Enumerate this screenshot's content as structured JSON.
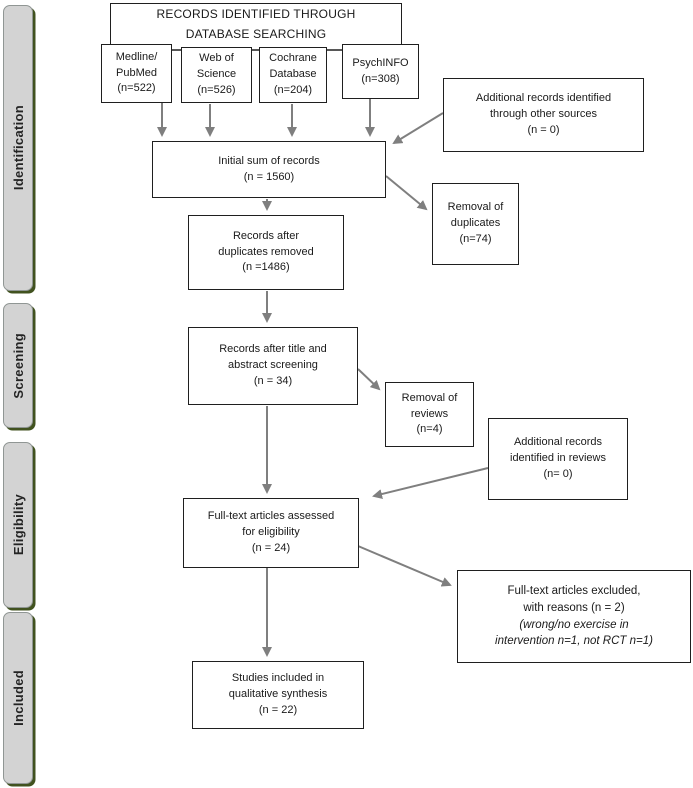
{
  "colors": {
    "arrow": "#7f7f7f",
    "border": "#1f1f1f",
    "text": "#1a1a1a",
    "bar-fill": "#d3d3d3",
    "bar-border": "#909694",
    "bar-shadow": "#41521f",
    "bg": "#ffffff"
  },
  "stages": [
    {
      "label": "Identification"
    },
    {
      "label": "Screening"
    },
    {
      "label": "Eligibility"
    },
    {
      "label": "Included"
    }
  ],
  "boxes": {
    "header": {
      "lines": [
        "RECORDS IDENTIFIED THROUGH",
        "DATABASE SEARCHING"
      ]
    },
    "medline": {
      "lines": [
        "Medline/",
        "PubMed",
        "(n=522)"
      ]
    },
    "webofscience": {
      "lines": [
        "Web of",
        "Science",
        "(n=526)"
      ]
    },
    "cochrane": {
      "lines": [
        "Cochrane",
        "Database",
        "(n=204)"
      ]
    },
    "psychinfo": {
      "lines": [
        "PsychINFO",
        "(n=308)"
      ]
    },
    "addl_sources": {
      "lines": [
        "Additional records identified",
        "through other sources",
        "(n = 0)"
      ]
    },
    "initial_sum": {
      "lines": [
        "Initial sum of records",
        "(n = 1560)"
      ]
    },
    "removal_dup": {
      "lines": [
        "Removal of",
        "duplicates",
        "(n=74)"
      ]
    },
    "dup_removed": {
      "lines": [
        "Records after",
        "duplicates removed",
        "(n =1486)"
      ]
    },
    "title_abstract": {
      "lines": [
        "Records after title and",
        "abstract screening",
        "(n = 34)"
      ]
    },
    "removal_reviews": {
      "lines": [
        "Removal of",
        "reviews",
        "(n=4)"
      ]
    },
    "addl_reviews": {
      "lines": [
        "Additional records",
        "identified in reviews",
        "(n= 0)"
      ]
    },
    "fulltext": {
      "lines": [
        "Full-text articles assessed",
        "for eligibility",
        "(n = 24)"
      ]
    },
    "ft_excluded": {
      "lines": [
        "Full-text articles excluded,",
        "with reasons (n = 2)",
        "(wrong/no exercise in",
        "intervention n=1, not RCT n=1)"
      ]
    },
    "included": {
      "lines": [
        "Studies included in",
        "qualitative synthesis",
        "(n = 22)"
      ]
    }
  }
}
